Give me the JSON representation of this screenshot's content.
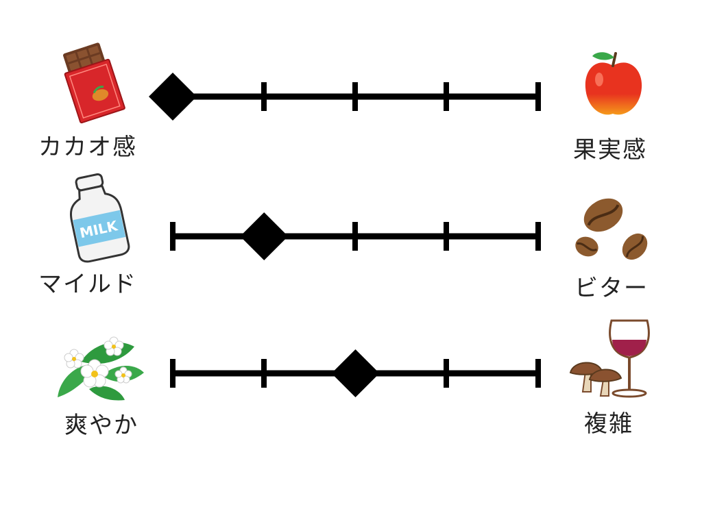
{
  "scales": [
    {
      "left_label": "カカオ感",
      "right_label": "果実感",
      "left_icon": "chocolate-bar-icon",
      "right_icon": "apple-icon",
      "steps": 5,
      "value": 1
    },
    {
      "left_label": "マイルド",
      "right_label": "ビター",
      "left_icon": "milk-bottle-icon",
      "right_icon": "coffee-beans-icon",
      "steps": 5,
      "value": 2
    },
    {
      "left_label": "爽やか",
      "right_label": "複雑",
      "left_icon": "white-flowers-icon",
      "right_icon": "mushrooms-and-wine-icon",
      "steps": 5,
      "value": 3
    }
  ],
  "colors": {
    "line": "#000000",
    "marker": "#000000",
    "chocolate_wrapper": "#d8262a",
    "chocolate": "#7a4a2c",
    "apple": "#e8331f",
    "apple_bottom": "#f59a1b",
    "leaf": "#3aa84a",
    "milk_blue": "#7dc8ea",
    "bean": "#8c5a2e",
    "wine": "#a0204a"
  }
}
